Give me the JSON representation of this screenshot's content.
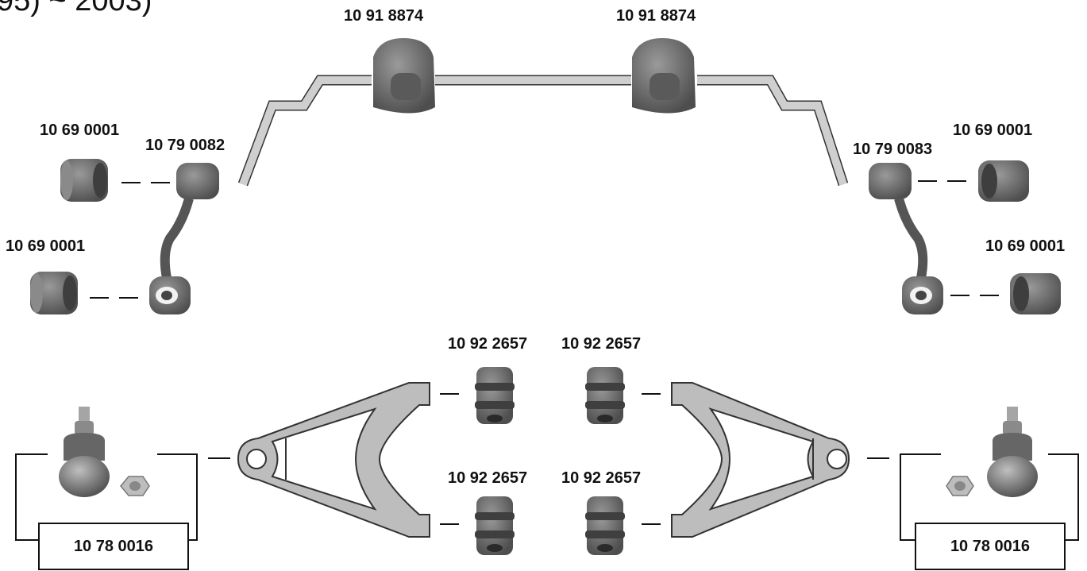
{
  "header_fragment": "95)   ~ 2003)",
  "parts": {
    "stabilizer_bushing_left": "10 91 8874",
    "stabilizer_bushing_right": "10 91 8874",
    "drop_link_left": "10 79 0082",
    "drop_link_right": "10 79 0083",
    "link_bushing_left_top": "10 69 0001",
    "link_bushing_left_bottom": "10 69 0001",
    "link_bushing_right_top": "10 69 0001",
    "link_bushing_right_bottom": "10 69 0001",
    "arm_bushing_1": "10 92 2657",
    "arm_bushing_2": "10 92 2657",
    "arm_bushing_3": "10 92 2657",
    "arm_bushing_4": "10 92 2657",
    "ball_joint_left": "10 78 0016",
    "ball_joint_right": "10 78 0016"
  },
  "colors": {
    "part": "#7a7a7a",
    "part_dark": "#4a4a4a",
    "arm": "#bdbdbd",
    "line": "#111111"
  }
}
